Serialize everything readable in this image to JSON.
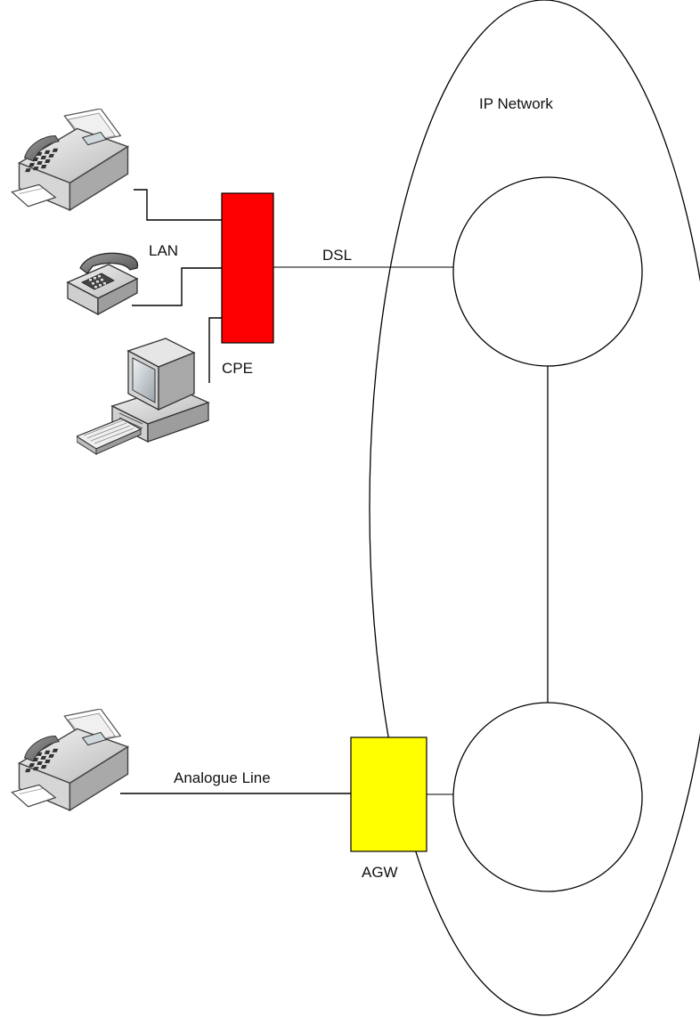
{
  "labels": {
    "ip_network": "IP Network",
    "lan": "LAN",
    "dsl": "DSL",
    "cpe": "CPE",
    "analogue_line": "Analogue Line",
    "agw": "AGW"
  },
  "colors": {
    "cpe_fill": "#ff0000",
    "agw_fill": "#ffff00",
    "line": "#000000",
    "background": "#ffffff"
  },
  "icons": {
    "top_device": "fax-machine-icon",
    "middle_device": "telephone-icon",
    "lower_device": "desktop-computer-icon",
    "bottom_device": "fax-machine-icon"
  }
}
